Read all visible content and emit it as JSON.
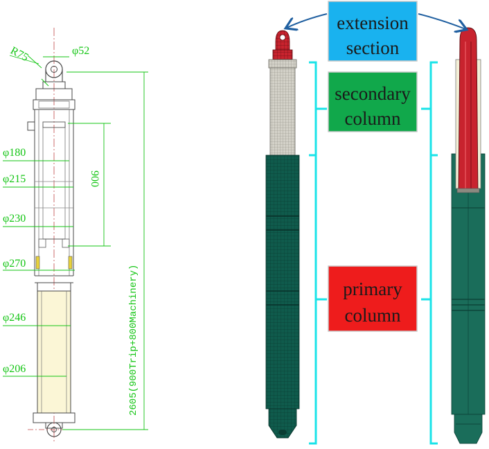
{
  "drawing": {
    "radius_label": "R75",
    "top_diameter": "φ52",
    "stroke_label": "900",
    "total_length_label": "2605(900Trip+800Machinery)",
    "diameters": [
      "φ180",
      "φ215",
      "φ230",
      "φ270",
      "φ246",
      "φ206"
    ]
  },
  "labels": {
    "extension": {
      "line1": "extension",
      "line2": "section",
      "color": "#19b2ef"
    },
    "secondary": {
      "line1": "secondary",
      "line2": "column",
      "color": "#11a84b"
    },
    "primary": {
      "line1": "primary",
      "line2": "column",
      "color": "#ee1c1c"
    }
  },
  "colors": {
    "dimension_green": "#13c513",
    "mesh_red": "#c8232e",
    "mesh_dark_green": "#0f5b4c",
    "mesh_gray": "#c9c7be",
    "bracket_cyan": "#19e3e8",
    "arrow_blue": "#1f5fa0"
  }
}
